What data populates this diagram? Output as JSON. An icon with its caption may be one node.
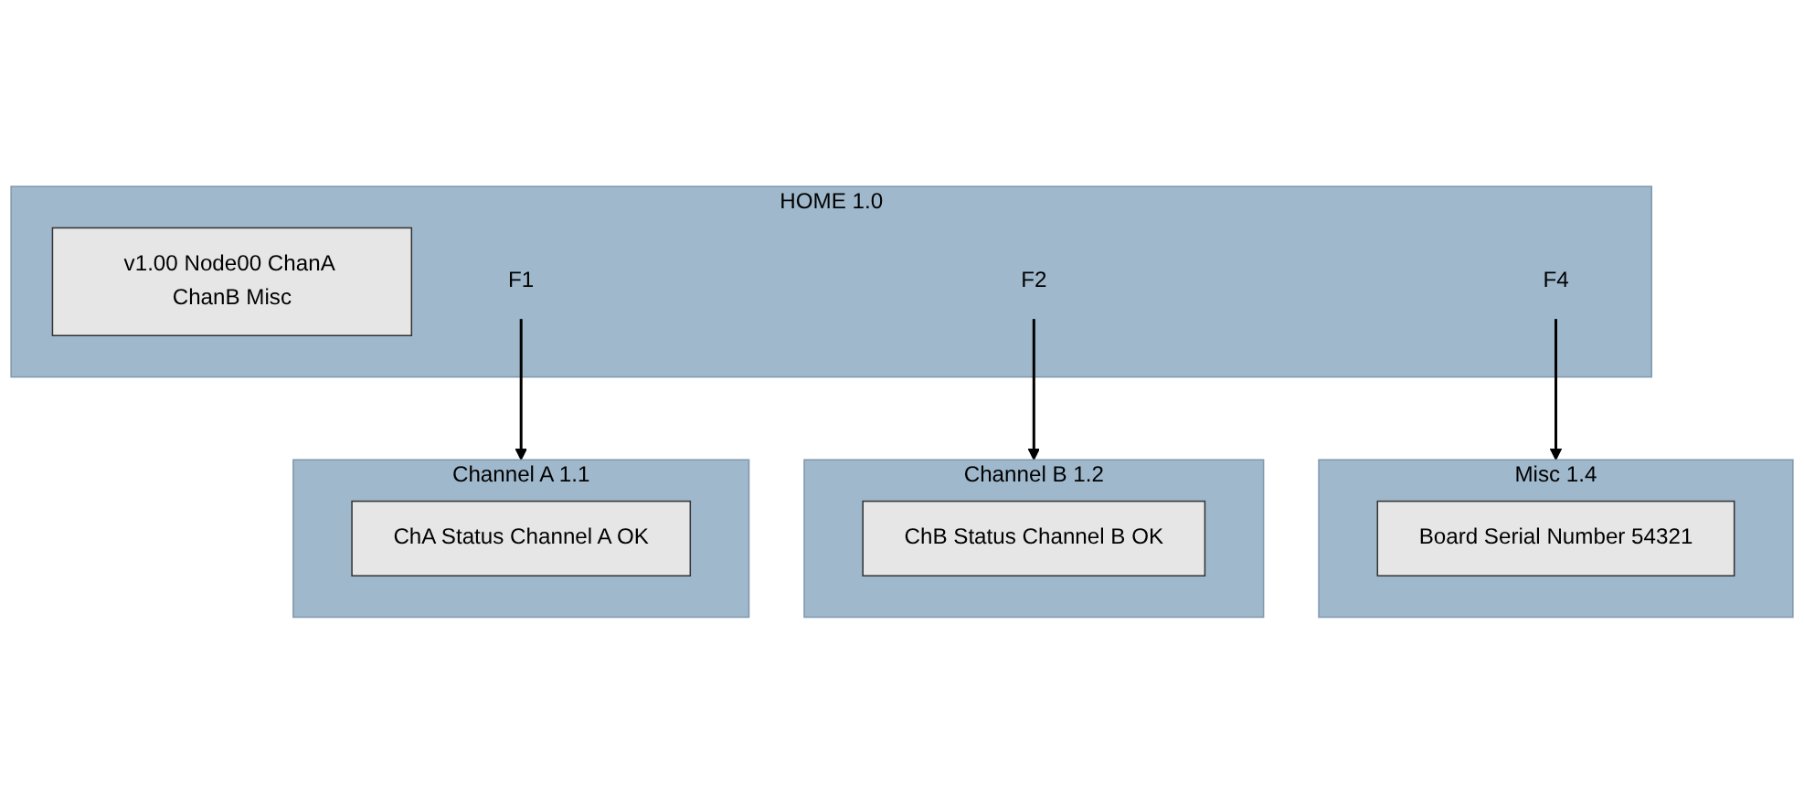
{
  "diagram": {
    "nodes": [
      {
        "text": [
          "HOME 1.0"
        ]
      },
      {
        "text": [
          "v1.00 Node00 ChanA ChanB Misc"
        ],
        "in": 0
      },
      {
        "text": [
          "F1"
        ],
        "in": 0
      },
      {
        "text": [
          "F2"
        ],
        "in": 0
      },
      {
        "text": [
          "F4"
        ],
        "in": 0
      },
      {
        "text": [
          "Channel A 1.1"
        ]
      },
      {
        "text": [
          "ChA Status Channel A OK"
        ],
        "in": 5
      },
      {
        "text": [
          "Misc 1.4"
        ]
      },
      {
        "text": [
          "Board Serial Number 54321"
        ],
        "in": 7
      },
      {
        "text": [
          "Channel B 1.2"
        ]
      },
      {
        "text": [
          "ChB Status Channel B OK"
        ],
        "in": 9
      }
    ],
    "edges": [
      {
        "from": 2,
        "to": 5,
        "arrow": "to"
      },
      {
        "from": 3,
        "to": 9,
        "arrow": "to"
      },
      {
        "from": 4,
        "to": 7,
        "arrow": "to"
      }
    ]
  }
}
